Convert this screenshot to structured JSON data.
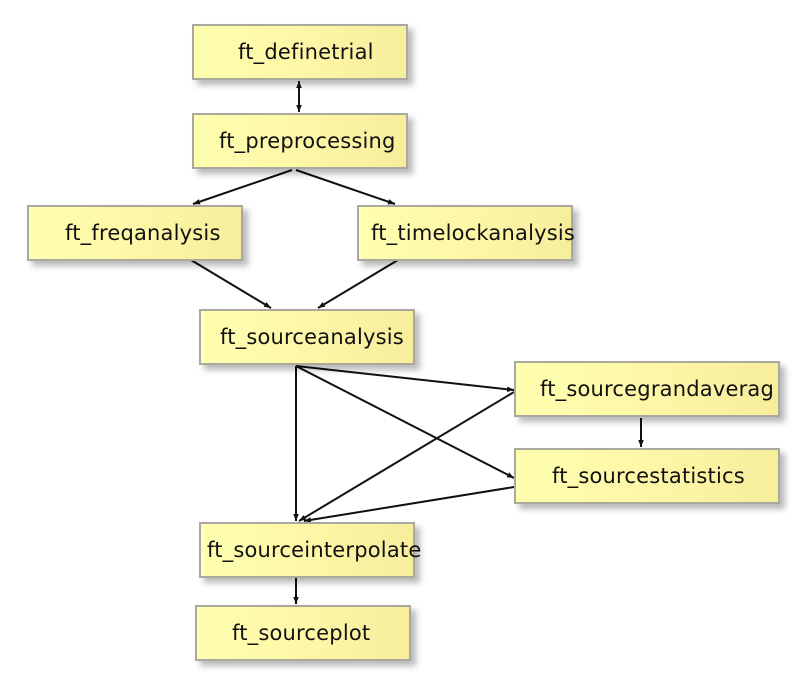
{
  "nodes": {
    "definetrial": "ft_definetrial",
    "preprocessing": "ft_preprocessing",
    "freqanalysis": "ft_freqanalysis",
    "timelockanalysis": "ft_timelockanalysis",
    "sourceanalysis": "ft_sourceanalysis",
    "sourcegrandaverage": "ft_sourcegrandaverag",
    "sourcestatistics": "ft_sourcestatistics",
    "sourceinterpolate": "ft_sourceinterpolate",
    "sourceplot": "ft_sourceplot"
  },
  "edges": [
    {
      "from": "ft_definetrial",
      "to": "ft_preprocessing",
      "bidirectional": true
    },
    {
      "from": "ft_preprocessing",
      "to": "ft_freqanalysis"
    },
    {
      "from": "ft_preprocessing",
      "to": "ft_timelockanalysis"
    },
    {
      "from": "ft_freqanalysis",
      "to": "ft_sourceanalysis"
    },
    {
      "from": "ft_timelockanalysis",
      "to": "ft_sourceanalysis"
    },
    {
      "from": "ft_sourceanalysis",
      "to": "ft_sourcegrandaverag"
    },
    {
      "from": "ft_sourceanalysis",
      "to": "ft_sourcestatistics"
    },
    {
      "from": "ft_sourceanalysis",
      "to": "ft_sourceinterpolate"
    },
    {
      "from": "ft_sourcegrandaverag",
      "to": "ft_sourcestatistics"
    },
    {
      "from": "ft_sourcegrandaverag",
      "to": "ft_sourceinterpolate"
    },
    {
      "from": "ft_sourcestatistics",
      "to": "ft_sourceinterpolate"
    },
    {
      "from": "ft_sourceinterpolate",
      "to": "ft_sourceplot"
    }
  ]
}
